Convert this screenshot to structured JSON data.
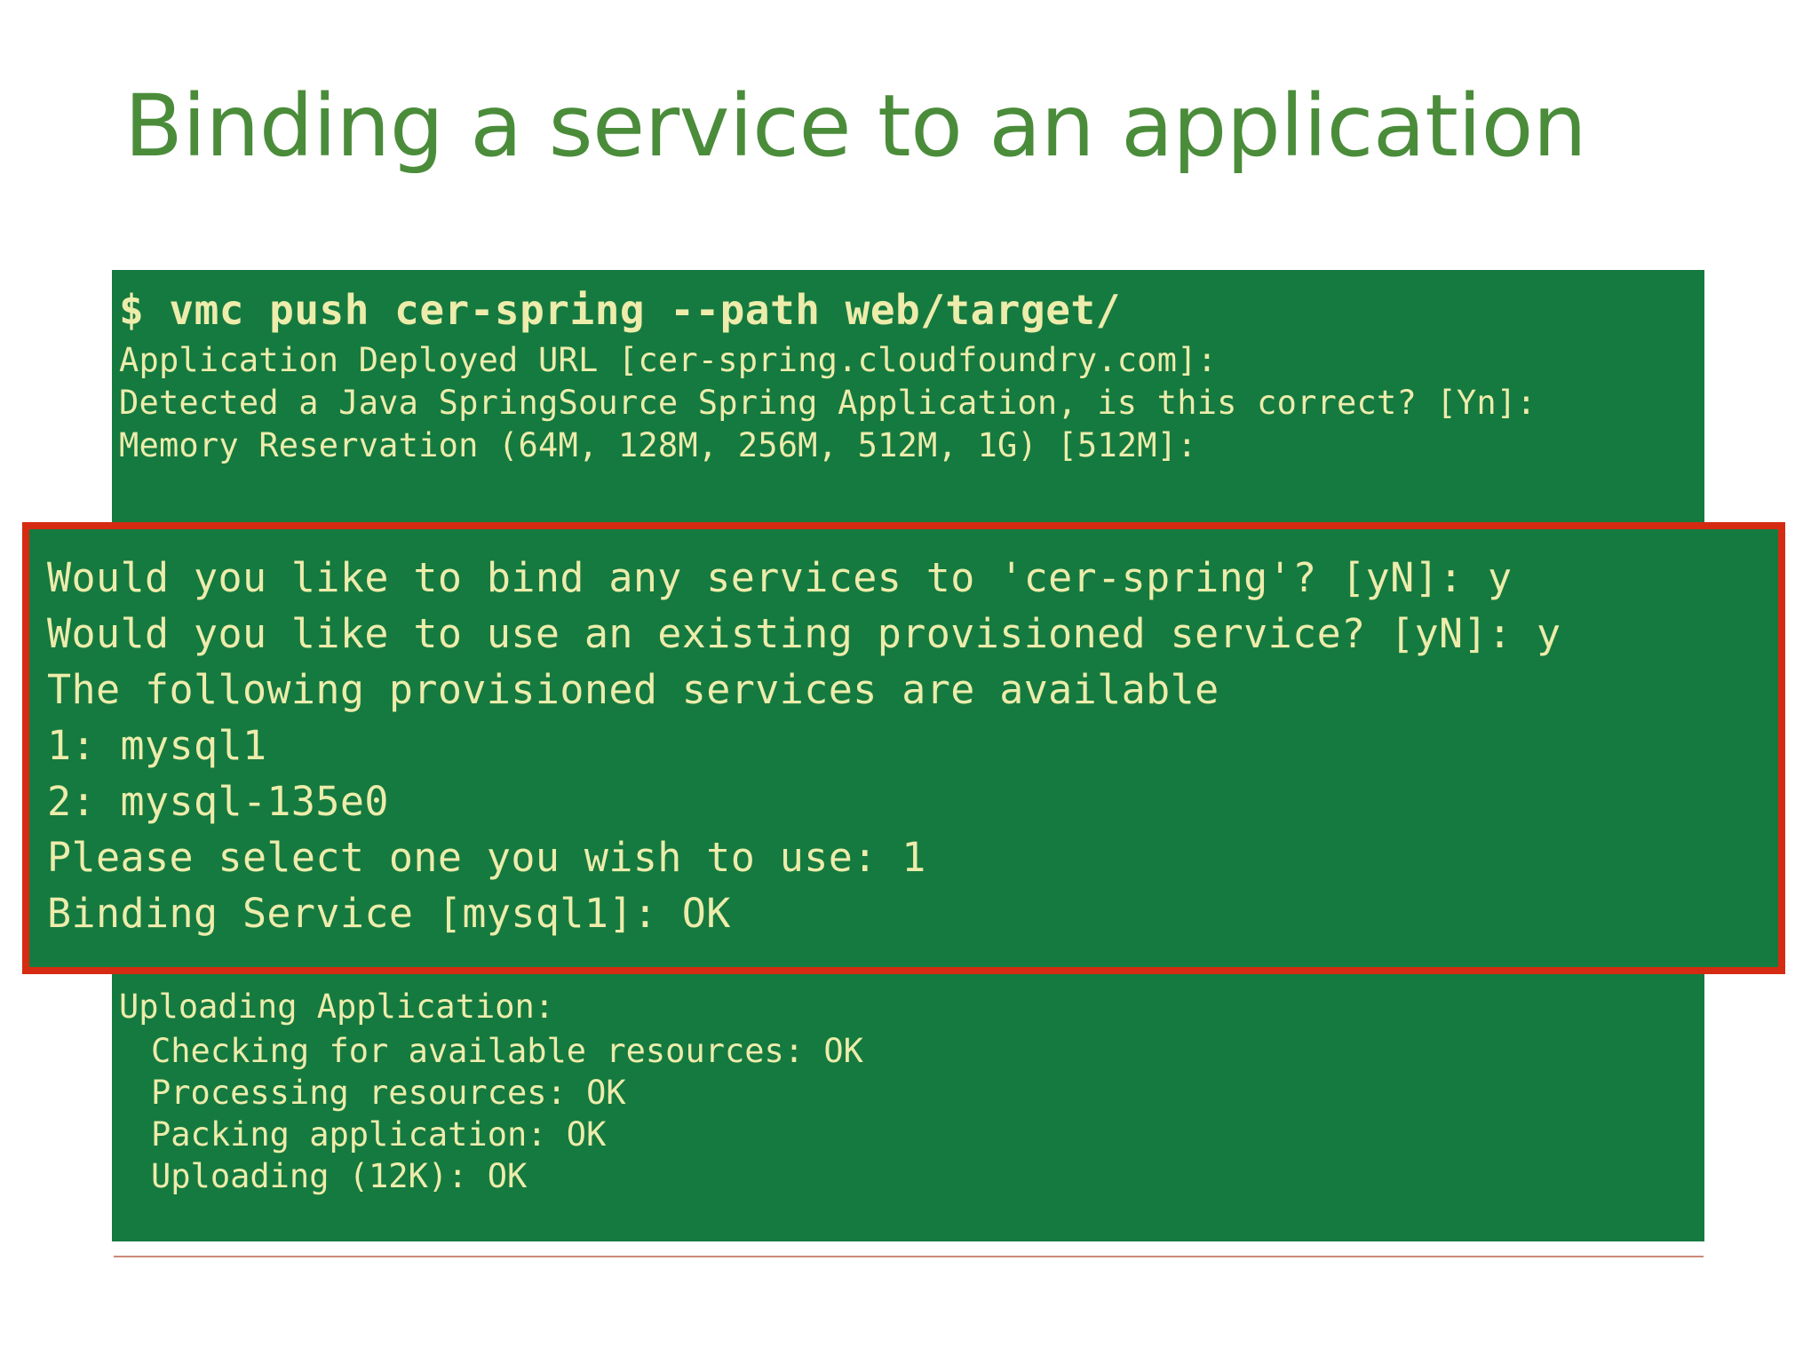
{
  "slide": {
    "title": "Binding a service to an application",
    "title_color": "#4A8C3A",
    "background_color": "#FFFFFF"
  },
  "terminal": {
    "background_color": "#157A3F",
    "text_color": "#EDECAB",
    "command_line": "$ vmc push cer-spring --path web/target/",
    "lines": [
      "Application Deployed URL [cer-spring.cloudfoundry.com]:",
      "Detected a Java SpringSource Spring Application, is this correct? [Yn]:",
      "Memory Reservation (64M, 128M, 256M, 512M, 1G) [512M]:"
    ],
    "upload_section": {
      "header": "Uploading Application:",
      "steps": [
        "Checking for available resources: OK",
        "Processing resources: OK",
        "Packing application: OK",
        "Uploading (12K): OK"
      ]
    }
  },
  "highlight": {
    "border_color": "#D52B12",
    "background_color": "#157A3F",
    "text_color": "#EDECAB",
    "lines": [
      "Would you like to bind any services to 'cer-spring'? [yN]: y",
      "Would you like to use an existing provisioned service? [yN]: y",
      "The following provisioned services are available",
      "1: mysql1",
      "2: mysql-135e0",
      "Please select one you wish to use: 1",
      "Binding Service [mysql1]: OK"
    ]
  },
  "rule": {
    "color": "#C98A76"
  }
}
